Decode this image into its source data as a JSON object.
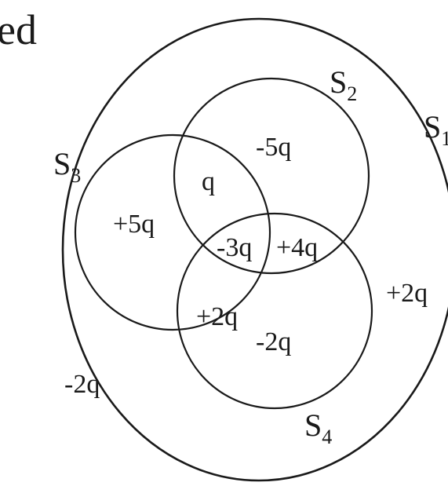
{
  "top_text": "ed",
  "surfaces": {
    "s1": {
      "letter": "S",
      "subscript": "1"
    },
    "s2": {
      "letter": "S",
      "subscript": "2"
    },
    "s3": {
      "letter": "S",
      "subscript": "3"
    },
    "s4": {
      "letter": "S",
      "subscript": "4"
    }
  },
  "charges": {
    "s2_only": "-5q",
    "s2_s3": "q",
    "s3_only": "+5q",
    "s2_s3_s4": "-3q",
    "s2_s4": "+4q",
    "s3_s4": "+2q",
    "s4_only": "-2q",
    "s1_right": "+2q",
    "s1_left": "-2q"
  }
}
